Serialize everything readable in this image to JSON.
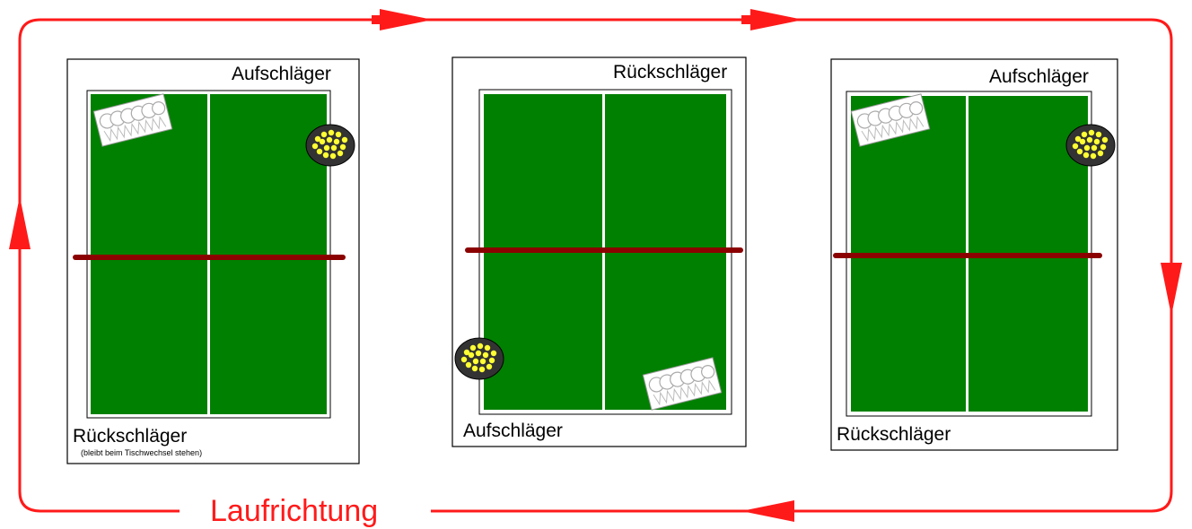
{
  "colors": {
    "table_green": "#008000",
    "net_red": "#8b0000",
    "arrow_red": "#ff1a1a",
    "ball_yellow": "#ffff33",
    "bowl_dark": "#333333"
  },
  "tables": [
    {
      "top_label": "Aufschläger",
      "bottom_label": "Rückschläger",
      "bottom_note": "(bleibt beim Tischwechsel stehen)",
      "ball_bowl_corner": "top-right",
      "ball_rack_corner": "top-left"
    },
    {
      "top_label": "Rückschläger",
      "bottom_label": "Aufschläger",
      "bottom_note": "",
      "ball_bowl_corner": "bottom-left",
      "ball_rack_corner": "bottom-right"
    },
    {
      "top_label": "Aufschläger",
      "bottom_label": "Rückschläger",
      "bottom_note": "",
      "ball_bowl_corner": "top-right",
      "ball_rack_corner": "top-left"
    }
  ],
  "flow_label": "Laufrichtung",
  "flow_direction": "clockwise"
}
